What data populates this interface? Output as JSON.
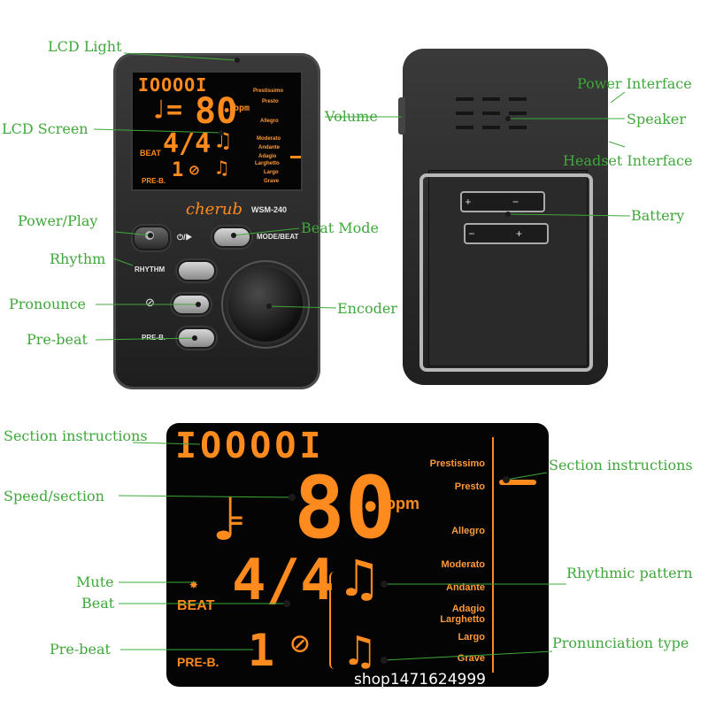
{
  "front": {
    "brand": "cherub",
    "model": "WSM-240",
    "tempo_value": "80",
    "bpm": "bpm",
    "time_signature": "4/4",
    "beat": "BEAT",
    "pre_beat_label": "PRE-B.",
    "pre_beat_value": "1",
    "tempo_marks": [
      "Prestissimo",
      "Presto",
      "Allegro",
      "Moderato",
      "Andante",
      "Adagio",
      "Larghetto",
      "Largo",
      "Grave"
    ],
    "buttons": {
      "power": "⏻/▶",
      "mode_beat": "MODE/BEAT",
      "rhythm": "RHYTHM",
      "pre_b": "PRE-B."
    }
  },
  "labels": {
    "lcd_light": "LCD Light",
    "lcd_screen": "LCD Screen",
    "power_play": "Power/Play",
    "rhythm": "Rhythm",
    "pronounce": "Pronounce",
    "pre_beat": "Pre-beat",
    "beat_mode": "Beat Mode",
    "encoder": "Encoder",
    "volume": "Volume",
    "power_interface": "Power Interface",
    "speaker": "Speaker",
    "headset_interface": "Headset Interface",
    "battery": "Battery"
  },
  "lcd": {
    "tempo_value": "80",
    "bpm": "bpm",
    "time_signature": "4/4",
    "beat": "BEAT",
    "pre_beat_label": "PRE-B.",
    "pre_beat_value": "1",
    "tempo_marks": [
      "Prestissimo",
      "Presto",
      "Allegro",
      "Moderato",
      "Andante",
      "Adagio",
      "Larghetto",
      "Largo",
      "Grave"
    ]
  },
  "lcd_labels": {
    "section_left": "Section instructions",
    "speed_section": "Speed/section",
    "mute": "Mute",
    "beat": "Beat",
    "pre_beat": "Pre-beat",
    "section_right": "Section instructions",
    "rhythmic_pattern": "Rhythmic pattern",
    "pronunciation_type": "Pronunciation type"
  },
  "watermark": "shop1471624999",
  "colors": {
    "label_green": "#3fa83a",
    "lcd_orange": "#ff8a1e",
    "device_body": "#2a2a2a"
  }
}
